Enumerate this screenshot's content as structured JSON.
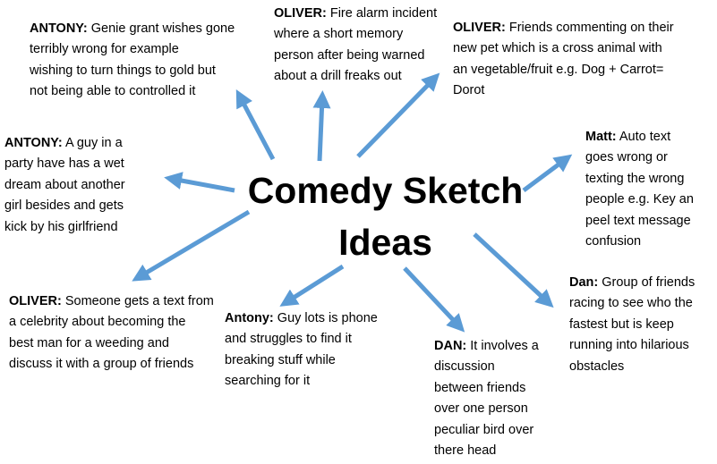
{
  "title": {
    "line1": "Comedy Sketch",
    "line2": "Ideas"
  },
  "arrow_color": "#5b9bd5",
  "notes": [
    {
      "author": "ANTONY:",
      "lines": [
        "Genie grant wishes gone",
        "terribly wrong for example",
        "wishing to turn things to gold but",
        "not being able to controlled it"
      ]
    },
    {
      "author": "OLIVER:",
      "lines": [
        "Fire alarm incident",
        "where a short memory",
        "person after being warned",
        "about a drill freaks out"
      ]
    },
    {
      "author": "OLIVER:",
      "lines": [
        "Friends commenting on their",
        "new pet which is a cross animal with",
        "an vegetable/fruit e.g. Dog + Carrot=",
        "Dorot"
      ]
    },
    {
      "author": "ANTONY:",
      "lines": [
        "A guy in a",
        "party have has a wet",
        "dream about another",
        "girl besides and gets",
        "kick by his girlfriend"
      ]
    },
    {
      "author": "Matt:",
      "lines": [
        "Auto text",
        "goes wrong or",
        "texting the wrong",
        "people e.g. Key an",
        "peel text message",
        "confusion"
      ]
    },
    {
      "author": "OLIVER:",
      "lines": [
        "Someone gets a text from",
        "a celebrity about becoming the",
        "best man for a weeding and",
        "discuss it with a group of friends"
      ]
    },
    {
      "author": "Antony:",
      "lines": [
        "Guy lots is phone",
        "and struggles to find it",
        "breaking stuff while",
        "searching for it"
      ]
    },
    {
      "author": "DAN:",
      "lines": [
        "It involves a",
        "discussion",
        "between friends",
        "over one person",
        "peculiar bird over",
        "there head"
      ]
    },
    {
      "author": "Dan:",
      "lines": [
        "Group of friends",
        "racing to see who the",
        "fastest but is keep",
        "running into hilarious",
        "obstacles"
      ]
    }
  ]
}
